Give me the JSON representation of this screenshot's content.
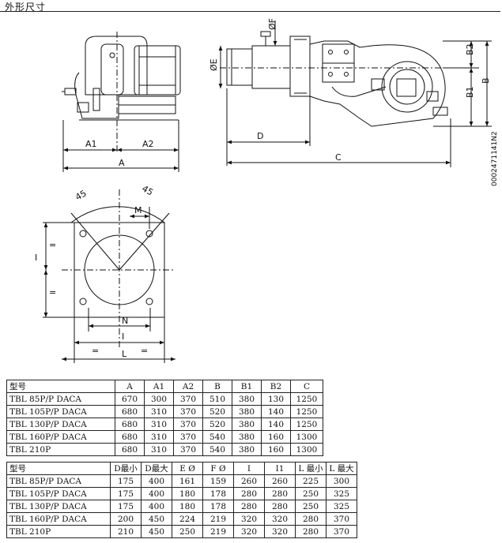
{
  "header": {
    "title": "外形尺寸"
  },
  "drawing": {
    "doc_code": "0002471141N2",
    "side_labels": {
      "A": "A",
      "A1": "A1",
      "A2": "A2"
    },
    "front_labels": {
      "C": "C",
      "D": "D",
      "B": "B",
      "B1": "B1",
      "B2": "B2",
      "E": "ØE",
      "F": "ØF"
    },
    "flange_labels": {
      "angle_left": "45",
      "angle_right": "45",
      "M": "M",
      "N": "N",
      "I": "I",
      "L": "L",
      "I1": "I",
      "eq": "="
    }
  },
  "table1": {
    "headers": [
      "型号",
      "A",
      "A1",
      "A2",
      "B",
      "B1",
      "B2",
      "C"
    ],
    "rows": [
      [
        "TBL 85P/P DACA",
        "670",
        "300",
        "370",
        "510",
        "380",
        "130",
        "1250"
      ],
      [
        "TBL 105P/P DACA",
        "680",
        "310",
        "370",
        "520",
        "380",
        "140",
        "1250"
      ],
      [
        "TBL 130P/P DACA",
        "680",
        "310",
        "370",
        "520",
        "380",
        "140",
        "1250"
      ],
      [
        "TBL 160P/P DACA",
        "680",
        "310",
        "370",
        "540",
        "380",
        "160",
        "1300"
      ],
      [
        "TBL 210P",
        "680",
        "310",
        "370",
        "540",
        "380",
        "160",
        "1300"
      ]
    ]
  },
  "table2": {
    "headers": [
      "型号",
      "D最小",
      "D最大",
      "E Ø",
      "F Ø",
      "I",
      "I1",
      "L 最小",
      "L 最大"
    ],
    "rows": [
      [
        "TBL 85P/P DACA",
        "175",
        "400",
        "161",
        "159",
        "260",
        "260",
        "225",
        "300"
      ],
      [
        "TBL 105P/P DACA",
        "175",
        "400",
        "180",
        "178",
        "280",
        "280",
        "250",
        "325"
      ],
      [
        "TBL 130P/P DACA",
        "175",
        "400",
        "180",
        "178",
        "280",
        "280",
        "250",
        "325"
      ],
      [
        "TBL 160P/P DACA",
        "200",
        "450",
        "224",
        "219",
        "320",
        "320",
        "280",
        "370"
      ],
      [
        "TBL 210P",
        "210",
        "450",
        "250",
        "219",
        "320",
        "320",
        "280",
        "370"
      ]
    ]
  }
}
